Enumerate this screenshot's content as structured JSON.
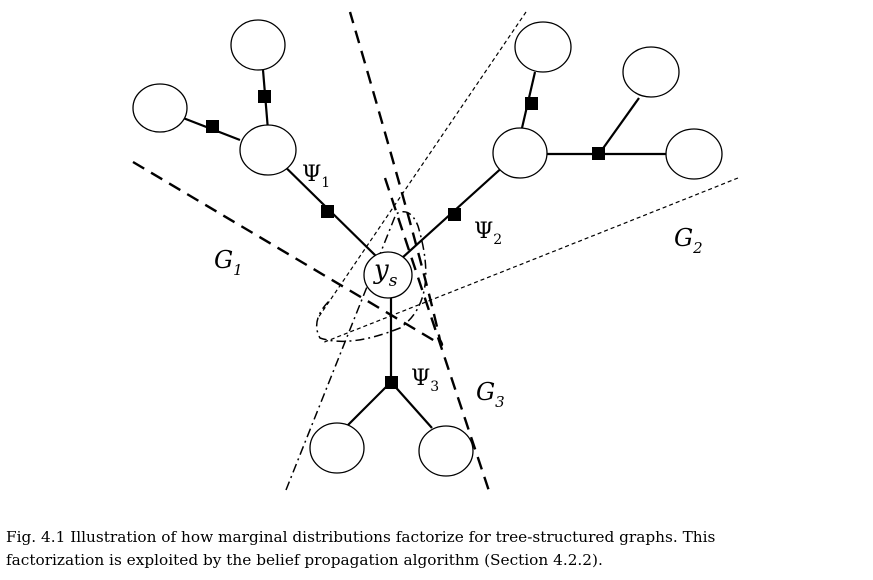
{
  "labels": {
    "psi1": "Ψ",
    "psi1_sub": "1",
    "psi2": "Ψ",
    "psi2_sub": "2",
    "psi3": "Ψ",
    "psi3_sub": "3",
    "g1": "G",
    "g1_sub": "1",
    "g2": "G",
    "g2_sub": "2",
    "g3": "G",
    "g3_sub": "3",
    "ys": "y",
    "ys_sub": "s"
  },
  "caption": {
    "line1": "Fig. 4.1 Illustration of how marginal distributions factorize for tree-structured graphs. This",
    "line2": "factorization is exploited by the belief propagation algorithm (Section 4.2.2)."
  }
}
